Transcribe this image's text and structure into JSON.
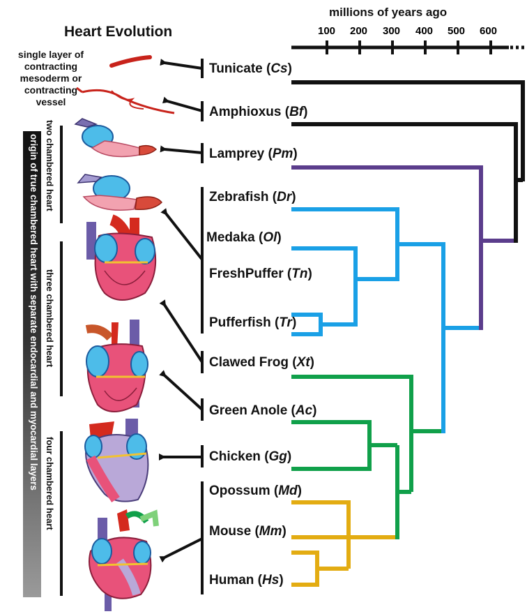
{
  "title": "Heart Evolution",
  "axis": {
    "title": "millions of years ago",
    "ticks": [
      "100",
      "200",
      "300",
      "400",
      "500",
      "600"
    ]
  },
  "species": [
    {
      "name": "Tunicate",
      "abbr": "Cs"
    },
    {
      "name": "Amphioxus",
      "abbr": "Bf"
    },
    {
      "name": "Lamprey",
      "abbr": "Pm"
    },
    {
      "name": "Zebrafish",
      "abbr": "Dr"
    },
    {
      "name": "Medaka",
      "abbr": "Ol"
    },
    {
      "name": "FreshPuffer",
      "abbr": "Tn"
    },
    {
      "name": "Pufferfish",
      "abbr": "Tr"
    },
    {
      "name": "Clawed Frog",
      "abbr": "Xt"
    },
    {
      "name": "Green Anole",
      "abbr": "Ac"
    },
    {
      "name": "Chicken",
      "abbr": "Gg"
    },
    {
      "name": "Opossum",
      "abbr": "Md"
    },
    {
      "name": "Mouse",
      "abbr": "Mm"
    },
    {
      "name": "Human",
      "abbr": "Hs"
    }
  ],
  "notes": {
    "single_layer": "single layer of contracting mesoderm or contracting vessel"
  },
  "stage_labels": {
    "two": "two chambered heart",
    "three": "three chambered heart",
    "four": "four chambered heart",
    "origin": "origin of true chambered heart with separate endocardial and myocardial layers"
  },
  "colors": {
    "black": "#111111",
    "purple": "#5b3d8c",
    "blue": "#1aa0e6",
    "green": "#10a04a",
    "gold": "#e3ac12",
    "red": "#d42a1e"
  },
  "icons": [
    "heart-icon",
    "vessel-icon",
    "arrow-icon"
  ]
}
